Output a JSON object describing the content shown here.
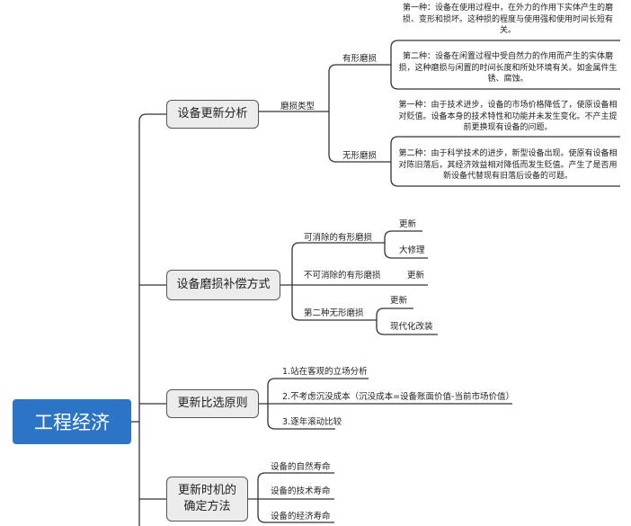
{
  "root": "工程经济",
  "branches": [
    {
      "label": "设备更新分析",
      "child": "磨损类型",
      "types": [
        {
          "label": "有形磨损",
          "items": [
            "第一种：设备在使用过程中，在外力的作用下实体产生的磨损、变形和损坏。这种损的程度与使用强和使用时间长短有关。",
            "第二种：设备在闲置过程中受自然力的作用而产生的实体磨损，这种磨损与闲置的时间长度和所处环境有关。如金属件生锈、腐蚀。"
          ]
        },
        {
          "label": "无形磨损",
          "items": [
            "第一种：由于技术进步，设备的市场价格降低了，使原设备相对贬值。设备本身的技术特性和功能并未发生变化。不产主提前更换现有设备的问题。",
            "第二种：由于科学技术的进步，新型设备出现。使原有设备相对陈旧落后，其经济效益相对降低而发生贬值。产生了是否用新设备代替现有旧落后设备的可题。"
          ]
        }
      ]
    },
    {
      "label": "设备磨损补偿方式",
      "children": [
        {
          "label": "可消除的有形磨损",
          "items": [
            "更新",
            "大修理"
          ]
        },
        {
          "label": "不可消除的有形磨损",
          "items": [
            "更新"
          ]
        },
        {
          "label": "第二种无形磨损",
          "items": [
            "更新",
            "现代化改装"
          ]
        }
      ]
    },
    {
      "label": "更新比选原则",
      "children": [
        "1.站在客观的立场分析",
        "2.不考虑沉没成本（沉没成本=设备账面价值-当前市场价值）",
        "3.逐年滚动比较"
      ]
    },
    {
      "label": "更新时机的确定方法",
      "children": [
        "设备的自然寿命",
        "设备的技术寿命",
        "设备的经济寿命"
      ]
    }
  ]
}
